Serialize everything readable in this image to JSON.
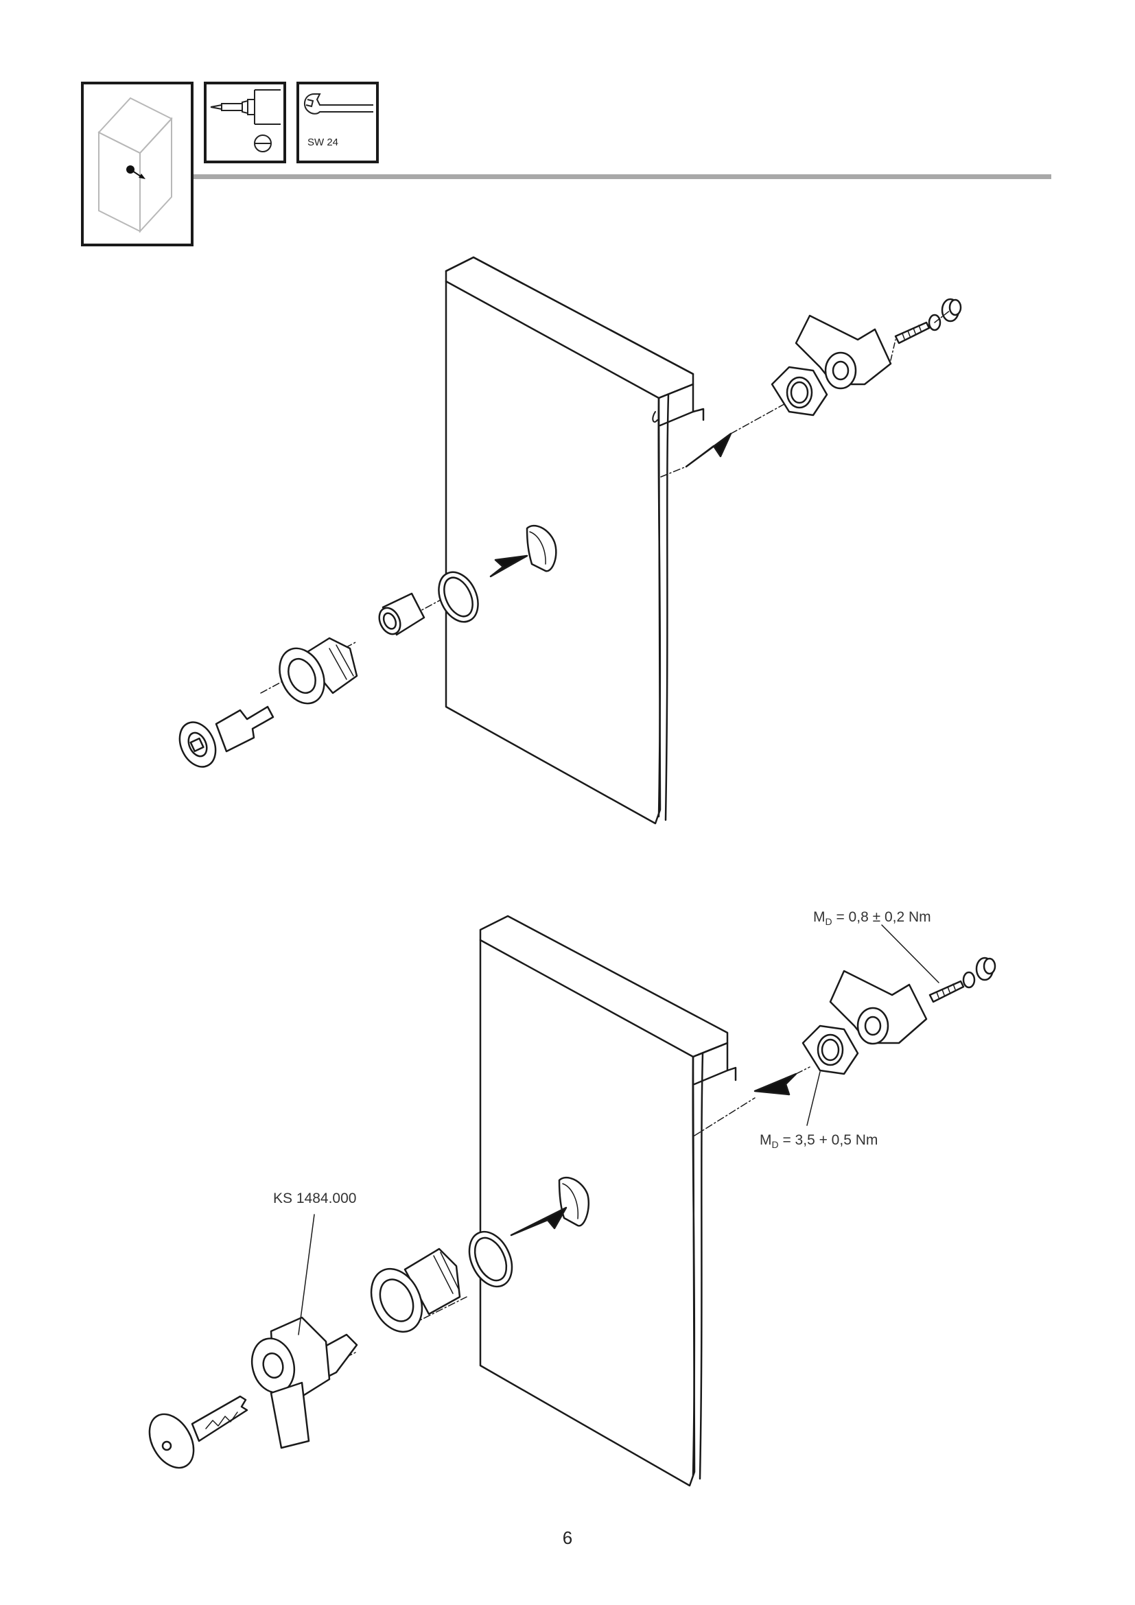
{
  "tools": {
    "wrench_size": "SW 24"
  },
  "annotations": {
    "torque_screw_sym": "M",
    "torque_screw_sub": "D",
    "torque_screw_value": " = 0,8 ± 0,2 Nm",
    "torque_nut_sym": "M",
    "torque_nut_sub": "D",
    "torque_nut_value": " = 3,5 + 0,5 Nm",
    "lock_part_number": "KS 1484.000"
  },
  "page": {
    "number": "6"
  }
}
